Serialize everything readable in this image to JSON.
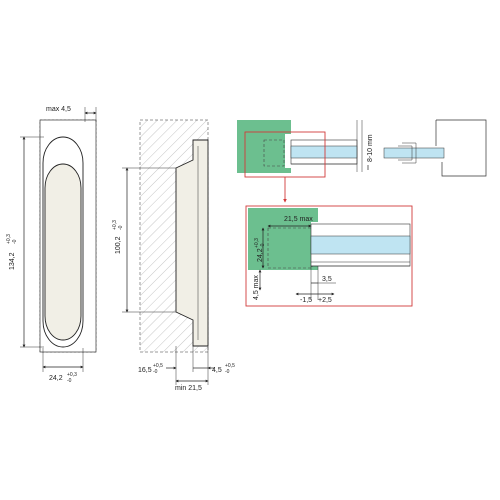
{
  "colors": {
    "wall_green": "#6cbf8f",
    "glass_blue": "#bfe4f2",
    "detail_red": "#d23a3a",
    "body_fill": "#f1efe6",
    "hatch": "#9a9a9a"
  },
  "front_view": {
    "top_width": "max 4,5",
    "height": "134,2",
    "height_tol_upper": "+0,3",
    "height_tol_lower": "-0",
    "width": "24,2",
    "width_tol_upper": "+0,3",
    "width_tol_lower": "-0"
  },
  "section_view": {
    "height": "100,2",
    "height_tol_upper": "+0,3",
    "height_tol_lower": "-0",
    "bottom_left": "16,5",
    "bottom_left_tol_upper": "+0,5",
    "bottom_left_tol_lower": "-0",
    "bottom_right": "4,5",
    "bottom_right_tol_upper": "+0,5",
    "bottom_right_tol_lower": "-0",
    "min_depth": "min 21,5"
  },
  "overview": {
    "gap": "8-10 mm"
  },
  "detail": {
    "depth_max": "21,5 max",
    "width": "24,2",
    "width_tol_upper": "+0,3",
    "width_tol_lower": "-0",
    "left_max": "4,5 max",
    "offset": "3,5",
    "adjust_minus": "-1,5",
    "adjust_plus": "+2,5"
  }
}
